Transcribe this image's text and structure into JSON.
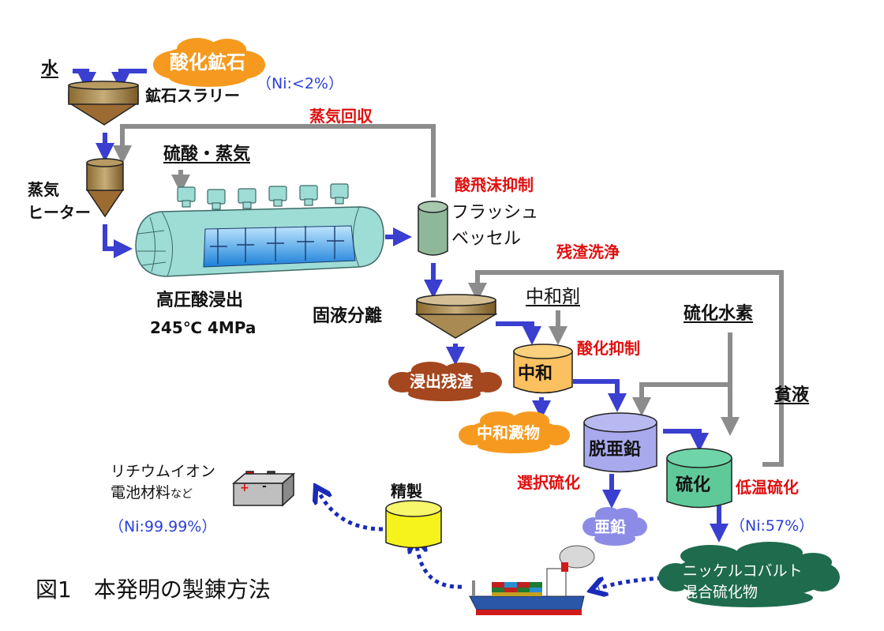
{
  "figure": {
    "caption": "図1　本発明の製錬方法"
  },
  "inputs": {
    "water": "水",
    "oxide_ore": "酸化鉱石",
    "oxide_ore_grade": "（Ni:<2%）",
    "sulfuric_acid_steam": "硫酸・蒸気",
    "neutralizer": "中和剤",
    "hydrogen_sulfide": "硫化水素"
  },
  "units": {
    "ore_slurry": "鉱石スラリー",
    "steam_heater_line1": "蒸気",
    "steam_heater_line2": "ヒーター",
    "hpal": "高圧酸浸出",
    "hpal_conditions": "245℃  4MPa",
    "flash_vessel_line1": "フラッシュ",
    "flash_vessel_line2": "ベッセル",
    "solid_liquid_separation": "固液分離",
    "neutralization": "中和",
    "dezinc": "脱亜鉛",
    "sulfidation": "硫化",
    "refining": "精製"
  },
  "annotations": {
    "steam_recovery": "蒸気回収",
    "acid_mist_suppression": "酸飛沫抑制",
    "residue_washing": "残渣洗浄",
    "oxidation_suppression": "酸化抑制",
    "selective_sulfidation": "選択硫化",
    "low_temp_sulfidation": "低温硫化",
    "barren_liquor": "貧液"
  },
  "outputs": {
    "leach_residue": "浸出残渣",
    "neutralization_precipitate": "中和澱物",
    "zinc": "亜鉛",
    "nico_sulfide_line1": "ニッケルコバルト",
    "nico_sulfide_line2": "混合硫化物",
    "nico_sulfide_grade": "（Ni:57%）",
    "battery_line1": "リチウムイオン",
    "battery_line2_main": "電池材料",
    "battery_line2_suffix": "など",
    "battery_grade": "（Ni:99.99%）"
  },
  "battery_icon": {
    "plus": "+",
    "minus": "-"
  },
  "colors": {
    "process_flow": "#3a3fd0",
    "utility_flow": "#8c8c8c",
    "transport_flow": "#1a2ab8",
    "highlight_text": "#e01010",
    "grade_text": "#2a3fd8",
    "ore_cloud": "#f59a1f",
    "residue_cloud": "#a4461e",
    "precipitate_cloud": "#f59a1f",
    "zinc_cloud": "#8c8ce6",
    "sulfide_cloud": "#1f6b4e",
    "neutralization_tank": "#fbc060",
    "dezinc_tank": "#a9a9ee",
    "sulfidation_tank": "#5fc99a",
    "refining_tank": "#f5f21c",
    "hopper": "#a8884e",
    "flash_vessel": "#8fb89a",
    "autoclave": "#9edcd6"
  }
}
